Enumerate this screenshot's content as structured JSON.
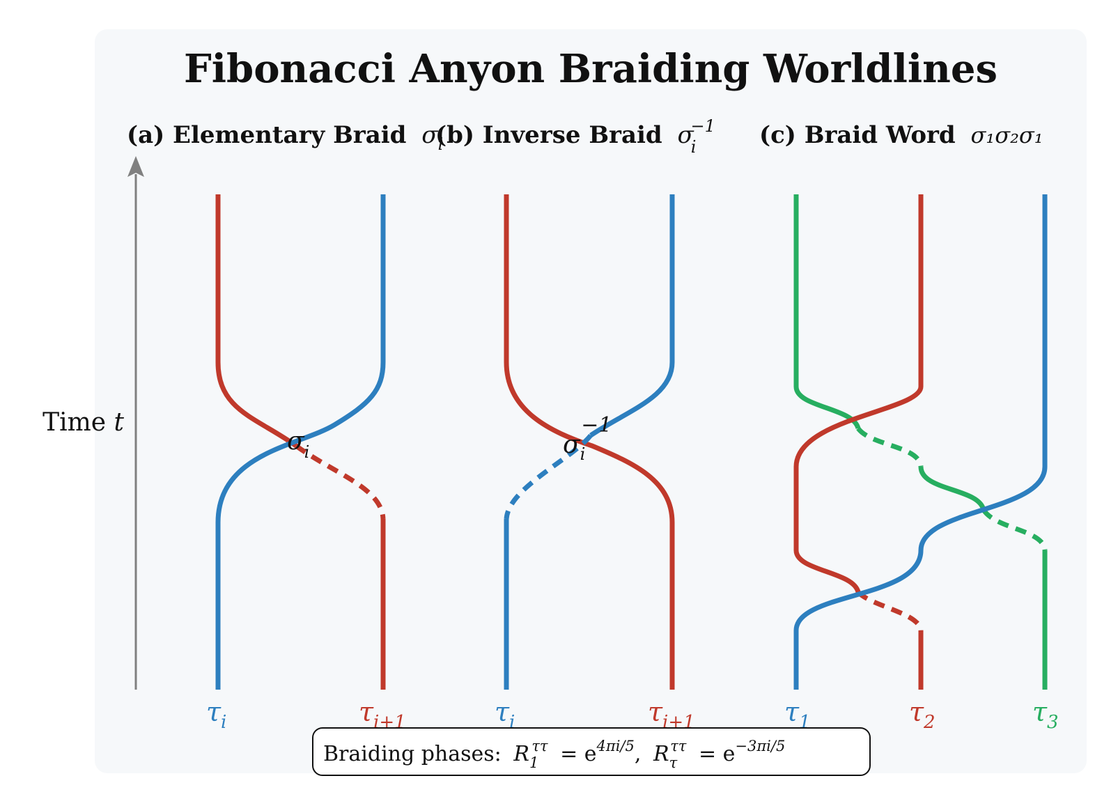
{
  "title": "Fibonacci Anyon Braiding Worldlines",
  "axis": {
    "label": "Time",
    "var": "t"
  },
  "colors": {
    "blue": "#2d7fbf",
    "red": "#c0392b",
    "green": "#27ae60",
    "axis": "#808080",
    "panel": "#f6f8fa"
  },
  "panels": [
    {
      "title_text": "(a) Elementary Braid",
      "title_math": "σ",
      "title_math_sub": "i",
      "title_math_sup": "",
      "crossing_label": "σ",
      "crossing_sub": "i",
      "crossing_sup": "",
      "bottom_labels": [
        {
          "base": "τ",
          "sub": "i",
          "color": "blue"
        },
        {
          "base": "τ",
          "sub": "i+1",
          "color": "red"
        }
      ]
    },
    {
      "title_text": "(b) Inverse Braid",
      "title_math": "σ",
      "title_math_sub": "i",
      "title_math_sup": "−1",
      "crossing_label": "σ",
      "crossing_sub": "i",
      "crossing_sup": "−1",
      "bottom_labels": [
        {
          "base": "τ",
          "sub": "i",
          "color": "blue"
        },
        {
          "base": "τ",
          "sub": "i+1",
          "color": "red"
        }
      ]
    },
    {
      "title_text": "(c) Braid Word",
      "title_math": "σ₁σ₂σ₁",
      "title_math_sub": "",
      "title_math_sup": "",
      "bottom_labels": [
        {
          "base": "τ",
          "sub": "1",
          "color": "blue"
        },
        {
          "base": "τ",
          "sub": "2",
          "color": "red"
        },
        {
          "base": "τ",
          "sub": "3",
          "color": "green"
        }
      ]
    }
  ],
  "note": {
    "prefix": "Braiding phases:",
    "r1": "R",
    "r1_sub": "1",
    "r1_sup": "ττ",
    "eq1": "= e",
    "eq1_sup": "4πi/5",
    "sep": ",",
    "r2": "R",
    "r2_sub": "τ",
    "r2_sup": "ττ",
    "eq2": "= e",
    "eq2_sup": "−3πi/5"
  }
}
